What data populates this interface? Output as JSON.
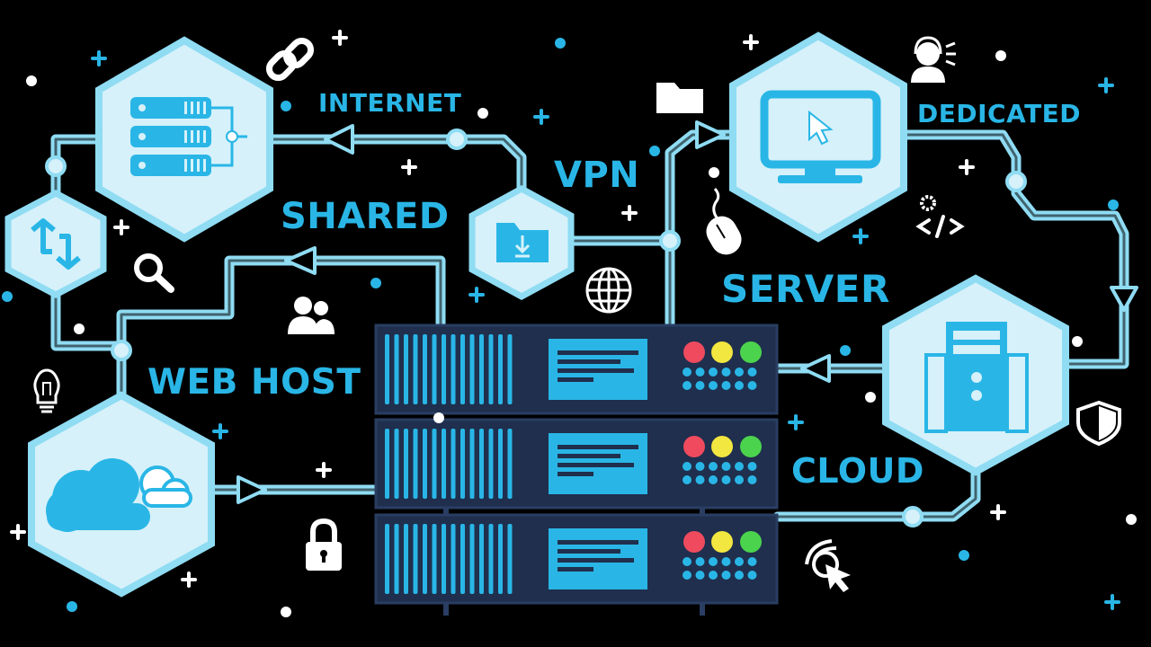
{
  "labels": {
    "internet": "INTERNET",
    "vpn": "VPN",
    "shared": "SHARED",
    "web_host": "WEB HOST",
    "server": "SERVER",
    "dedicated": "DEDICATED",
    "cloud": "CLOUD"
  },
  "colors": {
    "background": "#000000",
    "accent": "#29b6e6",
    "light": "#d6f1fa",
    "outline": "#8fdcf3",
    "rack": "#1f2f4d",
    "led_red": "#ef4a5e",
    "led_yellow": "#f2e640",
    "led_green": "#4cd34e",
    "white": "#ffffff"
  },
  "icons": [
    "link-icon",
    "folder-icon",
    "user-headset-icon",
    "mouse-icon",
    "code-gear-icon",
    "search-icon",
    "users-icon",
    "globe-icon",
    "lightbulb-icon",
    "lock-icon",
    "shield-icon",
    "click-pointer-icon"
  ]
}
